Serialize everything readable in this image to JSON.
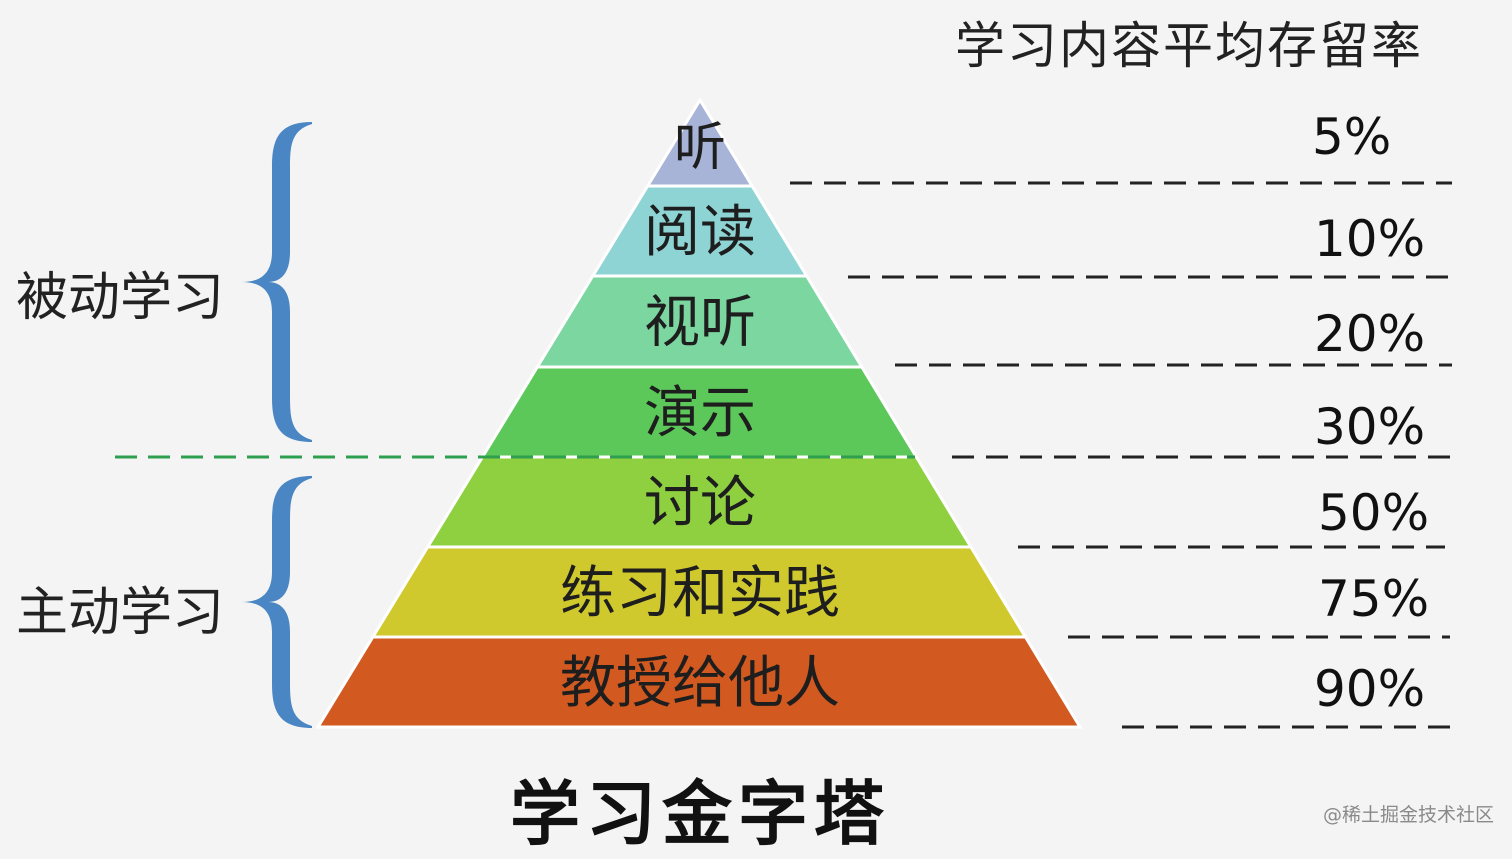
{
  "header": "学习内容平均存留率",
  "title": "学习金字塔",
  "watermark": "@稀土掘金技术社区",
  "groups": {
    "passive": "被动学习",
    "active": "主动学习"
  },
  "levels": [
    {
      "label": "听",
      "retention": "5%",
      "color": "#a8b3d8"
    },
    {
      "label": "阅读",
      "retention": "10%",
      "color": "#8fd4d4"
    },
    {
      "label": "视听",
      "retention": "20%",
      "color": "#7bd6a0"
    },
    {
      "label": "演示",
      "retention": "30%",
      "color": "#5cc85a"
    },
    {
      "label": "讨论",
      "retention": "50%",
      "color": "#8ed040"
    },
    {
      "label": "练习和实践",
      "retention": "75%",
      "color": "#d0c92e"
    },
    {
      "label": "教授给他人",
      "retention": "90%",
      "color": "#d2591f"
    }
  ],
  "colors": {
    "brace": "#4a86c4",
    "separator": "#2e9e4f",
    "dash": "#222222"
  }
}
